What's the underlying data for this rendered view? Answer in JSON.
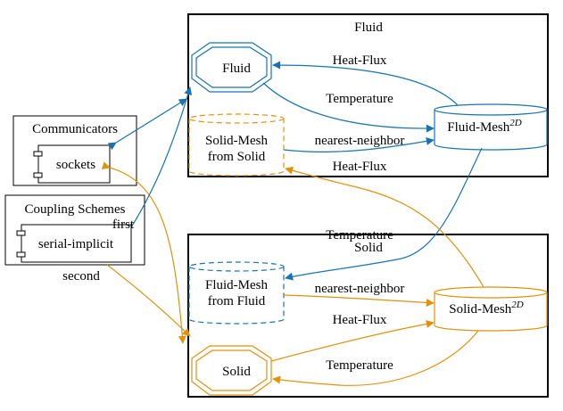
{
  "colors": {
    "fluid": "#1874b0",
    "solid": "#e0920e",
    "black": "#000000"
  },
  "clusters": {
    "fluid": {
      "title": "Fluid"
    },
    "solid": {
      "title": "Solid"
    },
    "communicators": {
      "title": "Communicators"
    },
    "coupling": {
      "title": "Coupling Schemes"
    }
  },
  "nodes": {
    "fluid": "Fluid",
    "solid": "Solid",
    "solid_mesh_fluid_line1": "Solid-Mesh",
    "solid_mesh_fluid_line2": "from Solid",
    "fluid_mesh_solid_line1": "Fluid-Mesh",
    "fluid_mesh_solid_line2": "from Fluid",
    "fluid_mesh": "Fluid-Mesh",
    "fluid_mesh_sup": "2D",
    "solid_mesh": "Solid-Mesh",
    "solid_mesh_sup": "2D",
    "sockets": "sockets",
    "serial_implicit": "serial-implicit"
  },
  "edges": {
    "heat_flux_fluid_top": "Heat-Flux",
    "temperature_fluid_top": "Temperature",
    "nn_fluid": "nearest-neighbor",
    "heat_flux_cross": "Heat-Flux",
    "temperature_cross": "Temperature",
    "nn_solid": "nearest-neighbor",
    "heat_flux_solid": "Heat-Flux",
    "temperature_solid": "Temperature",
    "first": "first",
    "second": "second"
  }
}
